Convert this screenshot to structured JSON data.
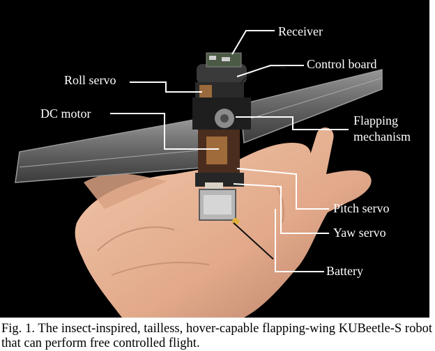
{
  "figure": {
    "labels": {
      "receiver": "Receiver",
      "control_board": "Control board",
      "roll_servo": "Roll servo",
      "dc_motor": "DC motor",
      "flapping_line1": "Flapping",
      "flapping_line2": "mechanism",
      "pitch_servo": "Pitch servo",
      "yaw_servo": "Yaw servo",
      "battery": "Battery"
    },
    "caption": {
      "prefix": "Fig. 1.",
      "text": "The insect-inspired, tailless, hover-capable flapping-wing KUBeetle-S robot that can perform free controlled flight."
    }
  },
  "colors": {
    "background": "#000000",
    "label_text": "#ffffff",
    "leader_line": "#ffffff",
    "hand": "#e9b89a",
    "caption_text": "#000000"
  }
}
